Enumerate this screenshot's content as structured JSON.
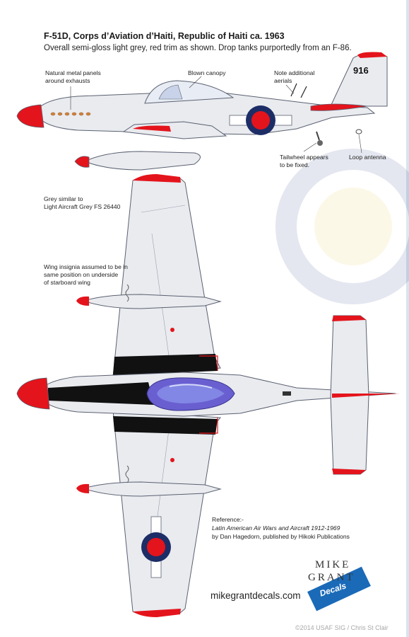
{
  "header": {
    "title": "F-51D, Corps d’Aviation d’Haiti, Republic of Haiti ca. 1963",
    "subtitle": "Overall semi-gloss light grey, red trim as shown. Drop tanks purportedly from an F-86."
  },
  "side_view": {
    "tail_number": "916",
    "annotations": {
      "metal_panels": [
        "Natural metal panels",
        "around exhausts"
      ],
      "canopy": "Blown canopy",
      "aerials": [
        "Note additional",
        "aerials"
      ],
      "tailwheel": [
        "Tailwheel appears",
        "to be fixed."
      ],
      "loop": "Loop antenna"
    }
  },
  "plan_view": {
    "annotations": {
      "grey": [
        "Grey similar to",
        "Light Aircraft Grey FS 26440"
      ],
      "insignia": [
        "Wing insignia assumed to be in",
        "same position on underside",
        "of starboard wing"
      ]
    }
  },
  "reference": {
    "label": "Reference:-",
    "book": "Latin American Air Wars and Aircraft 1912-1969",
    "by": "by Dan Hagedorn, published by Hikoki Publications"
  },
  "branding": {
    "logo_line1": "MIKE",
    "logo_line2": "GRANT",
    "badge": "Decals",
    "url": "mikegrantdecals.com",
    "copyright": "©2014 USAF SIG / Chris St Clair"
  },
  "colors": {
    "grey": "#e9ebef",
    "outline": "#5a6070",
    "red": "#e4141c",
    "navy": "#1d2d66",
    "black": "#111111",
    "canopy": "#6a5fd0"
  }
}
